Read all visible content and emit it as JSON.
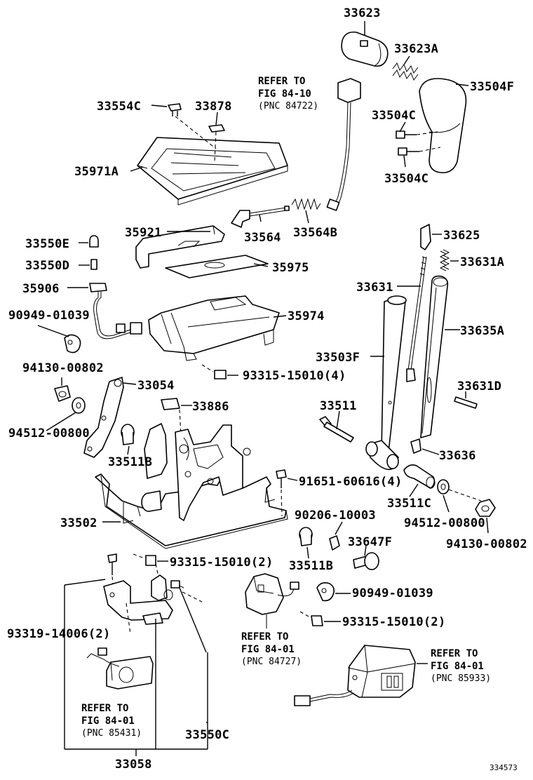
{
  "labels": {
    "p33623": "33623",
    "p33623A": "33623A",
    "p33504F": "33504F",
    "p33504C_a": "33504C",
    "p33504C_b": "33504C",
    "p33554C": "33554C",
    "p33878": "33878",
    "p35971A": "35971A",
    "p35921": "35921",
    "p33564": "33564",
    "p33564B": "33564B",
    "p33550E": "33550E",
    "p33550D": "33550D",
    "p35975": "35975",
    "p35906": "35906",
    "p90949_a": "90949-01039",
    "p35974": "35974",
    "p33625": "33625",
    "p33631A": "33631A",
    "p33631": "33631",
    "p33635A": "33635A",
    "p33503F": "33503F",
    "p93315_a": "93315-15010(4)",
    "p94130_a": "94130-00802",
    "p33054": "33054",
    "p33631D": "33631D",
    "p33886": "33886",
    "p33511": "33511",
    "p94512_a": "94512-00800",
    "p33511B_a": "33511B",
    "p33636": "33636",
    "p91651": "91651-60616(4)",
    "p33511C": "33511C",
    "p33502": "33502",
    "p90206": "90206-10003",
    "p94512_b": "94512-00800",
    "p94130_b": "94130-00802",
    "p33647F": "33647F",
    "p93315_b": "93315-15010(2)",
    "p33511B_b": "33511B",
    "p90949_b": "90949-01039",
    "p93315_c": "93315-15010(2)",
    "p93319": "93319-14006(2)",
    "p33550C": "33550C",
    "p33058": "33058"
  },
  "references": {
    "r1": {
      "line1": "REFER TO",
      "line2": "FIG 84-10",
      "line3": "(PNC 84722)"
    },
    "r2": {
      "line1": "REFER TO",
      "line2": "FIG 84-01",
      "line3": "(PNC 84727)"
    },
    "r3": {
      "line1": "REFER TO",
      "line2": "FIG 84-01",
      "line3": "(PNC 85933)"
    },
    "r4": {
      "line1": "REFER TO",
      "line2": "FIG 84-01",
      "line3": "(PNC 85431)"
    }
  },
  "figure_id": "334573"
}
